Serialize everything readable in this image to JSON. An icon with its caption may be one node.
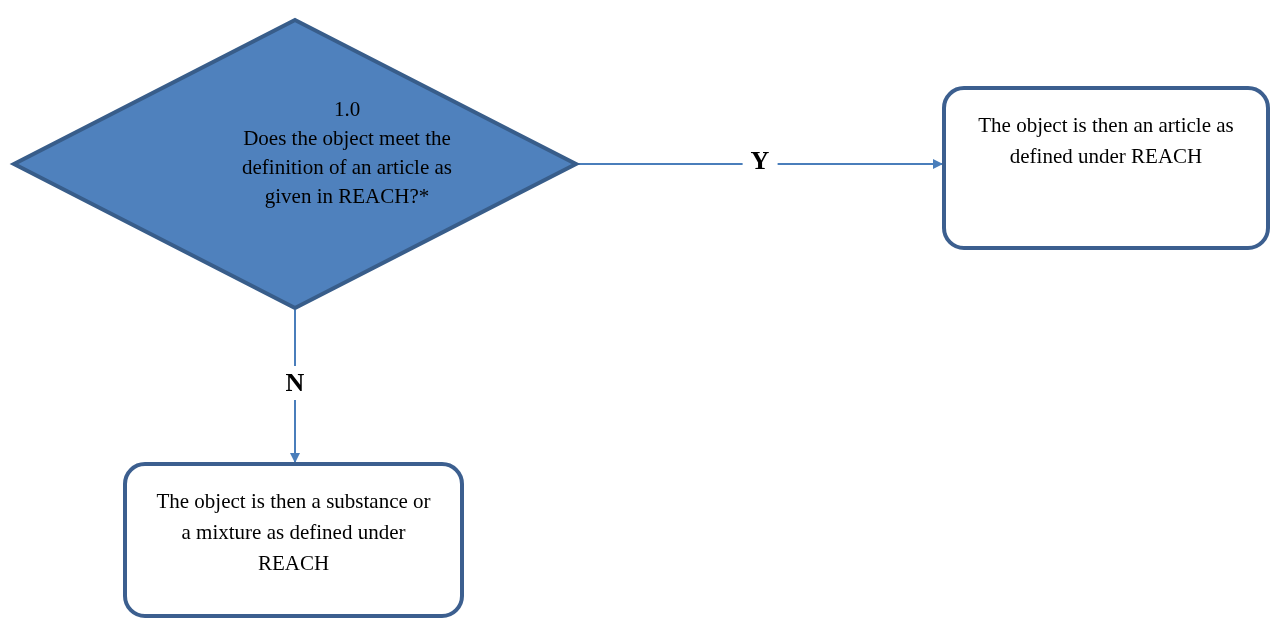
{
  "diagram": {
    "nodes": [
      {
        "text": [
          "1.0",
          "Does the object meet the definition of an article as given in REACH?*"
        ]
      },
      {
        "text": [
          "The object is then an article as defined under REACH"
        ]
      },
      {
        "text": [
          "The object is then a substance or a mixture as defined under REACH"
        ]
      }
    ],
    "edges": [
      {
        "from": 0,
        "to": 1,
        "arrow": "to",
        "label": "Y"
      },
      {
        "from": 0,
        "to": 2,
        "arrow": "to",
        "label": "N"
      }
    ]
  }
}
